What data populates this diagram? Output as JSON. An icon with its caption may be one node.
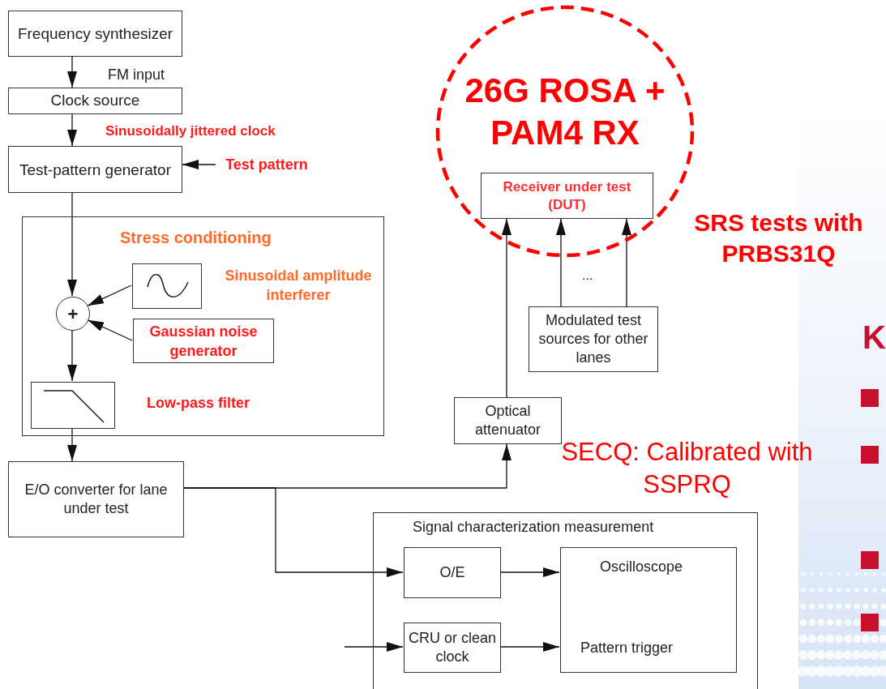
{
  "diagram": {
    "nodes": [
      {
        "text": [
          "Frequency synthesizer"
        ]
      },
      {
        "text": [
          "Clock source"
        ]
      },
      {
        "text": [
          "Test-pattern generator"
        ]
      },
      {
        "text": [
          "Test pattern"
        ]
      },
      {
        "text": [
          "Stress conditioning"
        ]
      },
      {
        "text": [
          "+"
        ],
        "in": 4
      },
      {
        "text": [],
        "shape": "box",
        "in": 4,
        "beside": [
          "Sinusoidal amplitude interferer"
        ]
      },
      {
        "text": [
          "Gaussian noise generator"
        ],
        "in": 4
      },
      {
        "text": [],
        "shape": "box",
        "in": 4,
        "beside": [
          "Low-pass filter"
        ]
      },
      {
        "text": [
          "26G ROSA + PAM4 RX"
        ]
      },
      {
        "text": [
          "Receiver under test **(DUT)**"
        ],
        "in": 9
      },
      {
        "text": [
          "Modulated test sources for other lanes"
        ]
      },
      {
        "text": [
          "Optical attenuator"
        ]
      },
      {
        "text": [
          "E/O converter for lane under test"
        ]
      },
      {
        "text": [
          "Signal characterization measurement"
        ]
      },
      {
        "text": [
          "O/E"
        ],
        "in": 14
      },
      {
        "text": [
          "Oscilloscope",
          "Pattern trigger"
        ],
        "in": 14
      },
      {
        "text": [
          "CRU or clean clock"
        ],
        "in": 14
      }
    ],
    "edges": [
      {
        "from": 0,
        "to": 1,
        "arrow": "to",
        "label": "FM input"
      },
      {
        "from": 1,
        "to": 2,
        "arrow": "to",
        "label": "Sinusoidally jittered clock"
      },
      {
        "from": 3,
        "to": 2,
        "arrow": "to"
      },
      {
        "from": 2,
        "to": 5,
        "arrow": "to"
      },
      {
        "from": 6,
        "to": 5,
        "arrow": "to"
      },
      {
        "from": 7,
        "to": 5,
        "arrow": "to"
      },
      {
        "from": 5,
        "to": 8,
        "arrow": "to"
      },
      {
        "from": 8,
        "to": 13,
        "arrow": "to"
      },
      {
        "from": 13,
        "to": 12,
        "arrow": "to"
      },
      {
        "from": 13,
        "to": 15,
        "arrow": "to"
      },
      {
        "from": 12,
        "to": 10,
        "arrow": "to"
      },
      {
        "from": 11,
        "to": 10,
        "arrow": "to"
      },
      {
        "from": 11,
        "to": 10,
        "arrow": "to"
      },
      {
        "from": null,
        "to": 17,
        "arrow": "to"
      },
      {
        "from": 15,
        "to": 16,
        "arrow": "to"
      },
      {
        "from": 17,
        "to": 16,
        "arrow": "to"
      }
    ],
    "labels": [
      "...",
      "SRS tests with PRBS31Q",
      "SECQ: Calibrated with SSPRQ",
      "K"
    ]
  }
}
